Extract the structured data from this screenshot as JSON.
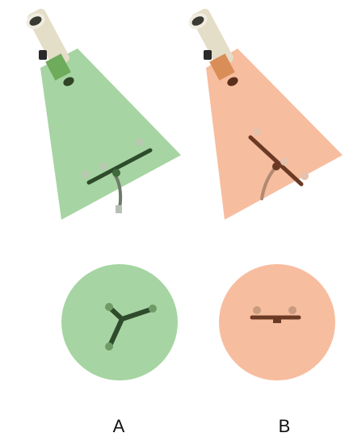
{
  "figure": {
    "panels": [
      {
        "label": "A",
        "color": "#a6d4a2",
        "dark_color": "#2e4b2c",
        "object": "three-arm-tripod",
        "light": "projector"
      },
      {
        "label": "B",
        "color": "#f7bd9f",
        "dark_color": "#6b3a24",
        "object": "three-arm-tripod",
        "light": "projector"
      }
    ]
  }
}
